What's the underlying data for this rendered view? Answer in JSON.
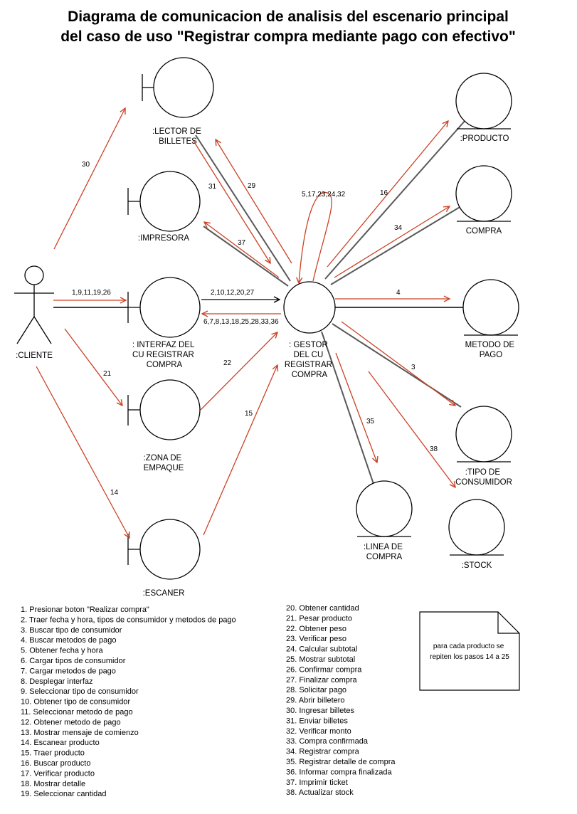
{
  "title": {
    "line1": "Diagrama de comunicacion de analisis del  escenario principal",
    "line2": "del caso de uso \"Registrar compra mediante pago con efectivo\""
  },
  "actor": {
    "label": ":CLIENTE"
  },
  "objects": {
    "lector": [
      ":LECTOR DE",
      "BILLETES"
    ],
    "impresora": [
      ":IMPRESORA"
    ],
    "interfaz": [
      ": INTERFAZ DEL",
      "CU REGISTRAR",
      "COMPRA"
    ],
    "zona": [
      ":ZONA DE",
      "EMPAQUE"
    ],
    "escaner": [
      ":ESCANER"
    ],
    "gestor": [
      ": GESTOR",
      "DEL CU",
      "REGISTRAR",
      "COMPRA"
    ],
    "producto": [
      ":PRODUCTO"
    ],
    "compra": [
      "COMPRA"
    ],
    "metodo": [
      "METODO DE",
      "PAGO"
    ],
    "tipo": [
      ":TIPO DE",
      "CONSUMIDOR"
    ],
    "linea": [
      ":LINEA DE",
      "COMPRA"
    ],
    "stock": [
      ":STOCK"
    ]
  },
  "messages": {
    "m30": "30",
    "m31": "31",
    "m29": "29",
    "m37": "37",
    "mself": "5,17,23,24,32",
    "m16": "16",
    "m34": "34",
    "m1": "1,9,11,19,26",
    "m2": "2,10,12,20,27",
    "m6": "6,7,8,13,18,25,28,33,36",
    "m4": "4",
    "m3": "3",
    "m22": "22",
    "m21": "21",
    "m15": "15",
    "m14": "14",
    "m35": "35",
    "m38": "38"
  },
  "steps_left": [
    "1. Presionar boton \"Realizar compra\"",
    "2. Traer fecha y hora, tipos de consumidor y metodos de pago",
    "3. Buscar tipo de consumidor",
    "4. Buscar metodos de pago",
    "5. Obtener fecha y hora",
    "6. Cargar tipos de consumidor",
    "7. Cargar metodos de pago",
    "8. Desplegar interfaz",
    "9. Seleccionar tipo de consumidor",
    "10. Obtener tipo de consumidor",
    "11. Seleccionar metodo de pago",
    "12. Obtener metodo de pago",
    "13. Mostrar mensaje de comienzo",
    "14. Escanear producto",
    "15. Traer producto",
    "16. Buscar producto",
    "17. Verificar producto",
    "18. Mostrar detalle",
    "19. Seleccionar cantidad"
  ],
  "steps_right": [
    "20. Obtener cantidad",
    "21. Pesar producto",
    "22. Obtener peso",
    "23. Verificar peso",
    "24. Calcular subtotal",
    "25. Mostrar subtotal",
    "26. Confirmar compra",
    "27. Finalizar compra",
    "28. Solicitar pago",
    "29. Abrir billetero",
    "30. Ingresar billetes",
    "31. Enviar billetes",
    "32. Verificar monto",
    "33. Compra confirmada",
    "34. Registrar compra",
    "35. Registrar detalle de compra",
    "36. Informar compra finalizada",
    "37. Imprimir ticket",
    "38. Actualizar stock"
  ],
  "note": [
    "para cada producto se",
    "repiten los pasos 14 a 25"
  ],
  "colors": {
    "message": "#cc4125",
    "link": "#595959",
    "black": "#000000"
  }
}
